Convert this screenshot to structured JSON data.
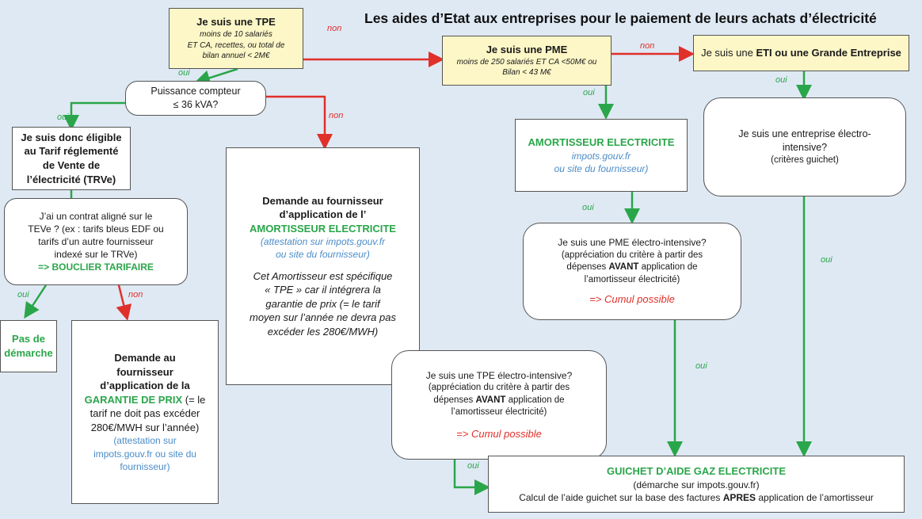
{
  "title": "Les aides d’Etat aux entreprises pour le paiement de leurs achats d’électricité",
  "colors": {
    "background": "#dfe9f4",
    "yes_arrow": "#2aa64a",
    "no_arrow": "#e0302a",
    "yellow_box": "#fdf7c7",
    "blue_text": "#4a8cc8"
  },
  "boxes": {
    "tpe": {
      "title": "Je suis une TPE",
      "sub1": "moins de 10 salariés",
      "sub2": "ET CA, recettes, ou total de",
      "sub3": "bilan annuel < 2M€"
    },
    "pme": {
      "title": "Je suis une PME",
      "sub1": "moins de 250 salariés ET CA <50M€ ou",
      "sub2": "Bilan < 43 M€"
    },
    "eti": {
      "prefix": "Je suis une ",
      "bold": "ETI ou une Grande Entreprise"
    },
    "puissance": {
      "line1": "Puissance compteur",
      "line2": "≤ 36 kVA?"
    },
    "eligible": {
      "line1": "Je suis donc éligible",
      "line2": "au Tarif réglementé",
      "line3": "de Vente de",
      "line4": "l’électricité (TRVe)"
    },
    "contrat": {
      "line1": "J’ai un contrat aligné sur le",
      "line2": "TEVe ? (ex : tarifs bleus EDF ou",
      "line3": "tarifs d’un autre fournisseur",
      "line4": "indexé sur le TRVe)",
      "result": "=> BOUCLIER TARIFAIRE"
    },
    "pas_demarche": {
      "line1": "Pas de",
      "line2": "démarche"
    },
    "garantie": {
      "line1": "Demande au",
      "line2": "fournisseur",
      "line3": "d’application de la",
      "highlight": "GARANTIE DE PRIX",
      "rest1": " (= le",
      "line4": "tarif ne doit pas excéder",
      "line5": "280€/MWH sur l’année)",
      "link1": "(attestation sur",
      "link2": "impots.gouv.fr ou site du",
      "link3": "fournisseur)"
    },
    "demande_amort": {
      "line1": "Demande au fournisseur",
      "line2": "d’application de l’",
      "highlight": "AMORTISSEUR ELECTRICITE",
      "link1": "(attestation sur impots.gouv.fr",
      "link2": "ou site du fournisseur)",
      "body1": "Cet Amortisseur  est spécifique",
      "body2": "« TPE » car il intégrera la",
      "body3": "garantie de prix (= le tarif",
      "body4": "moyen sur l’année ne devra pas",
      "body5": "excéder les 280€/MWH)"
    },
    "amortisseur": {
      "title": "AMORTISSEUR ELECTRICITE",
      "link1": "impots.gouv.fr",
      "link2": "ou site du fournisseur)"
    },
    "eti_electro": {
      "line1": "Je suis une entreprise électro-",
      "line2": "intensive?",
      "line3": "(critères guichet)"
    },
    "pme_electro": {
      "line1": "Je suis une PME  électro-intensive?",
      "line2": "(appréciation du critère à partir des",
      "line3a": "dépenses ",
      "line3b": "AVANT",
      "line3c": " application de",
      "line4": "l’amortisseur électricité)",
      "result": "=> Cumul possible"
    },
    "tpe_electro": {
      "line1": "Je suis une  TPE  électro-intensive?",
      "line2": "(appréciation du critère à partir des",
      "line3a": "dépenses ",
      "line3b": "AVANT",
      "line3c": " application de",
      "line4": "l’amortisseur électricité)",
      "result": "=> Cumul possible"
    },
    "guichet": {
      "title": "GUICHET D’AIDE GAZ ELECTRICITE",
      "line1": "(démarche sur impots.gouv.fr)",
      "line2a": "Calcul de l’aide guichet sur la base des factures ",
      "line2b": "APRES",
      "line2c": " application de l’amortisseur"
    }
  },
  "arrow_labels": {
    "oui": "oui",
    "non": "non"
  }
}
